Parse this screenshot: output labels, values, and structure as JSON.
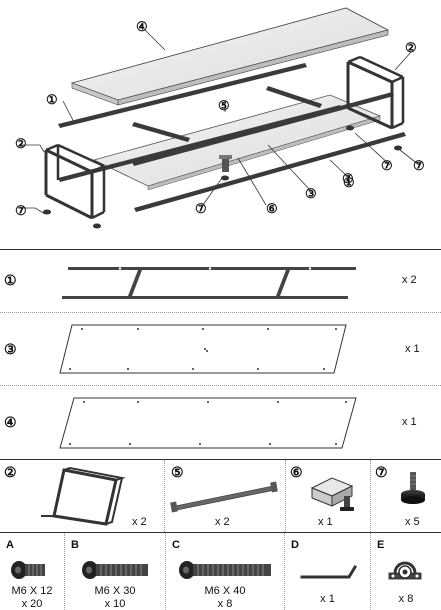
{
  "exploded_view": {
    "callouts": [
      {
        "id": "4",
        "label": "④"
      },
      {
        "id": "2a",
        "label": "②"
      },
      {
        "id": "1a",
        "label": "①"
      },
      {
        "id": "5",
        "label": "⑤"
      },
      {
        "id": "2b",
        "label": "②"
      },
      {
        "id": "7a",
        "label": "⑦"
      },
      {
        "id": "7b",
        "label": "⑦"
      },
      {
        "id": "7c",
        "label": "⑦"
      },
      {
        "id": "7d",
        "label": "⑦"
      },
      {
        "id": "7e",
        "label": "⑦"
      },
      {
        "id": "6",
        "label": "⑥"
      },
      {
        "id": "3",
        "label": "③"
      },
      {
        "id": "1b",
        "label": "①"
      }
    ]
  },
  "parts": [
    {
      "id": "part-1",
      "label": "①",
      "qty": "x 2"
    },
    {
      "id": "part-3",
      "label": "③",
      "qty": "x 1"
    },
    {
      "id": "part-4",
      "label": "④",
      "qty": "x 1"
    },
    {
      "id": "part-2",
      "label": "②",
      "qty": "x 2"
    },
    {
      "id": "part-5",
      "label": "⑤",
      "qty": "x 2"
    },
    {
      "id": "part-6",
      "label": "⑥",
      "qty": "x 1"
    },
    {
      "id": "part-7",
      "label": "⑦",
      "qty": "x 5"
    }
  ],
  "hardware": [
    {
      "letter": "A",
      "name": "M6 X 12",
      "qty": "x 20"
    },
    {
      "letter": "B",
      "name": "M6 X 30",
      "qty": "x 10"
    },
    {
      "letter": "C",
      "name": "M6 X 40",
      "qty": "x 8"
    },
    {
      "letter": "D",
      "name": "",
      "qty": "x 1"
    },
    {
      "letter": "E",
      "name": "",
      "qty": "x 8"
    }
  ]
}
